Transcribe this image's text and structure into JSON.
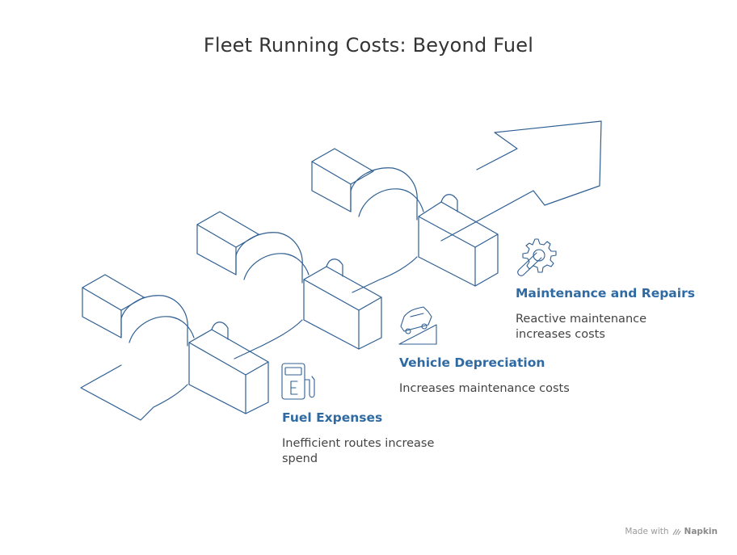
{
  "title": "Fleet Running Costs: Beyond Fuel",
  "colors": {
    "stroke": "#2f5f92",
    "accent": "#2f6aa3",
    "text": "#444444"
  },
  "steps": [
    {
      "title": "Fuel Expenses",
      "description": "Inefficient routes increase spend",
      "icon": "fuel-pump-icon"
    },
    {
      "title": "Vehicle Depreciation",
      "description": "Increases maintenance costs",
      "icon": "car-downhill-icon"
    },
    {
      "title": "Maintenance and Repairs",
      "description": "Reactive maintenance increases costs",
      "icon": "gear-wrench-icon"
    }
  ],
  "footer": {
    "prefix": "Made with",
    "brand": "Napkin",
    "icon": "napkin-logo-icon"
  }
}
